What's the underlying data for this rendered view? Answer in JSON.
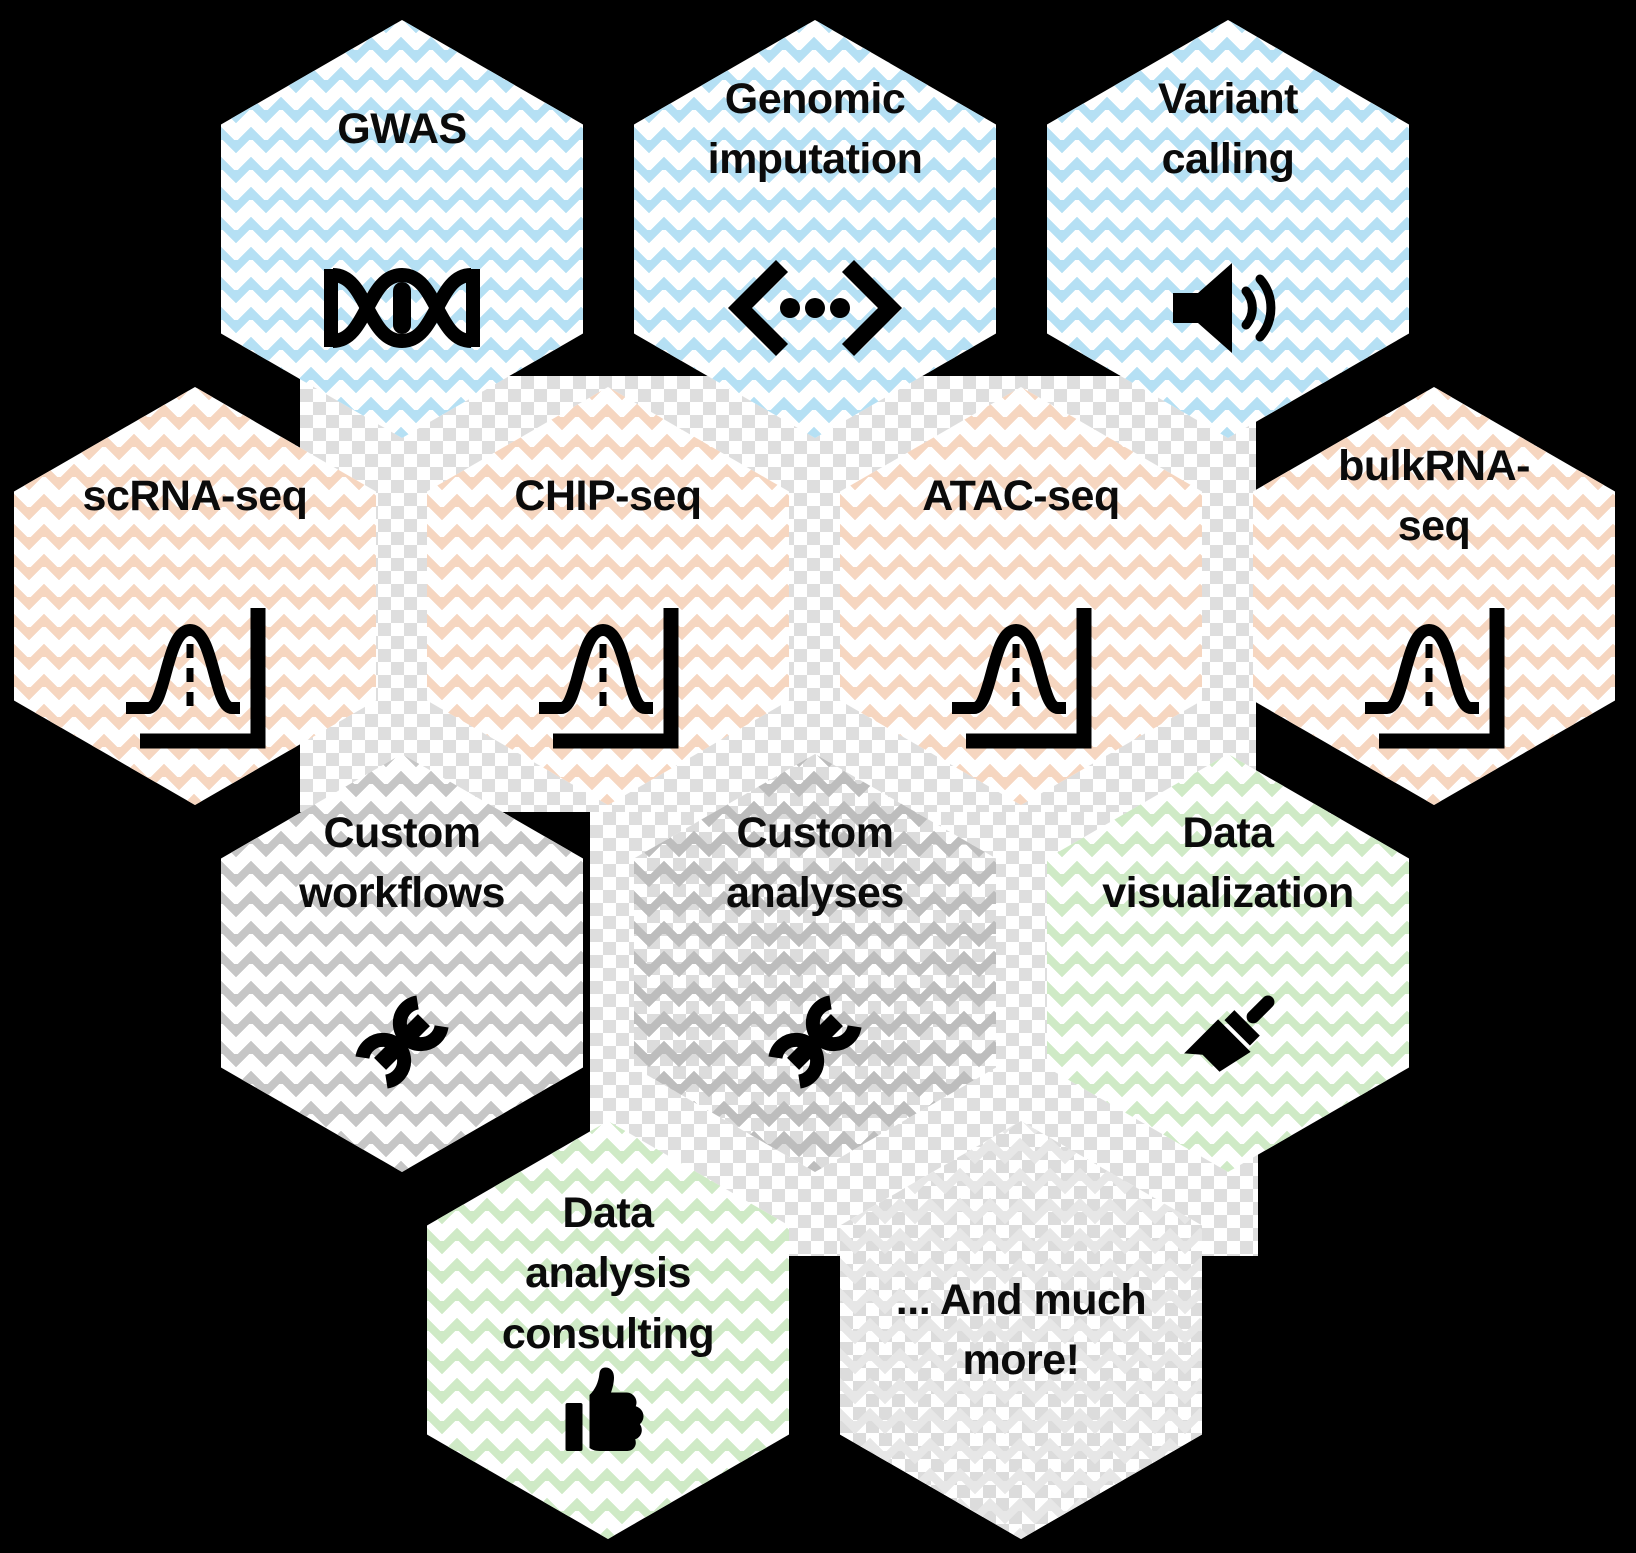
{
  "figure": {
    "background_color": "#000000",
    "text_color": "#0b0b0b",
    "icon_color": "#000000",
    "checker_artifact_colors": [
      "#dedede",
      "#ffffff"
    ],
    "tint_palette": {
      "blue": "#b5e0f4",
      "peach": "#f6d6c0",
      "gray": "#c6c6c6",
      "gray_dark": "#bdbdbd",
      "green": "#cfeac6",
      "pale": "#e7e7e7"
    }
  },
  "hexagons": [
    {
      "label": "GWAS",
      "icon": "dna-helix-icon",
      "tint": "#b5e0f4"
    },
    {
      "label": "Genomic imputation",
      "icon": "angle-brackets-dots-icon",
      "tint": "#b5e0f4"
    },
    {
      "label": "Variant calling",
      "icon": "speaker-icon",
      "tint": "#b5e0f4"
    },
    {
      "label": "scRNA-seq",
      "icon": "bell-curve-icon",
      "tint": "#f6d6c0"
    },
    {
      "label": "CHIP-seq",
      "icon": "bell-curve-icon",
      "tint": "#f6d6c0"
    },
    {
      "label": "ATAC-seq",
      "icon": "bell-curve-icon",
      "tint": "#f6d6c0"
    },
    {
      "label": "bulkRNA-seq",
      "icon": "bell-curve-icon",
      "tint": "#f6d6c0"
    },
    {
      "label": "Custom workflows",
      "icon": "wrench-icon",
      "tint": "#c6c6c6"
    },
    {
      "label": "Custom analyses",
      "icon": "wrench-icon",
      "tint": "#bdbdbd"
    },
    {
      "label": "Data visualization",
      "icon": "paint-brush-icon",
      "tint": "#cfeac6"
    },
    {
      "label": "Data analysis consulting",
      "icon": "thumbs-up-icon",
      "tint": "#cfeac6"
    },
    {
      "label": "... And much more!",
      "icon": null,
      "tint": "#e7e7e7"
    }
  ]
}
